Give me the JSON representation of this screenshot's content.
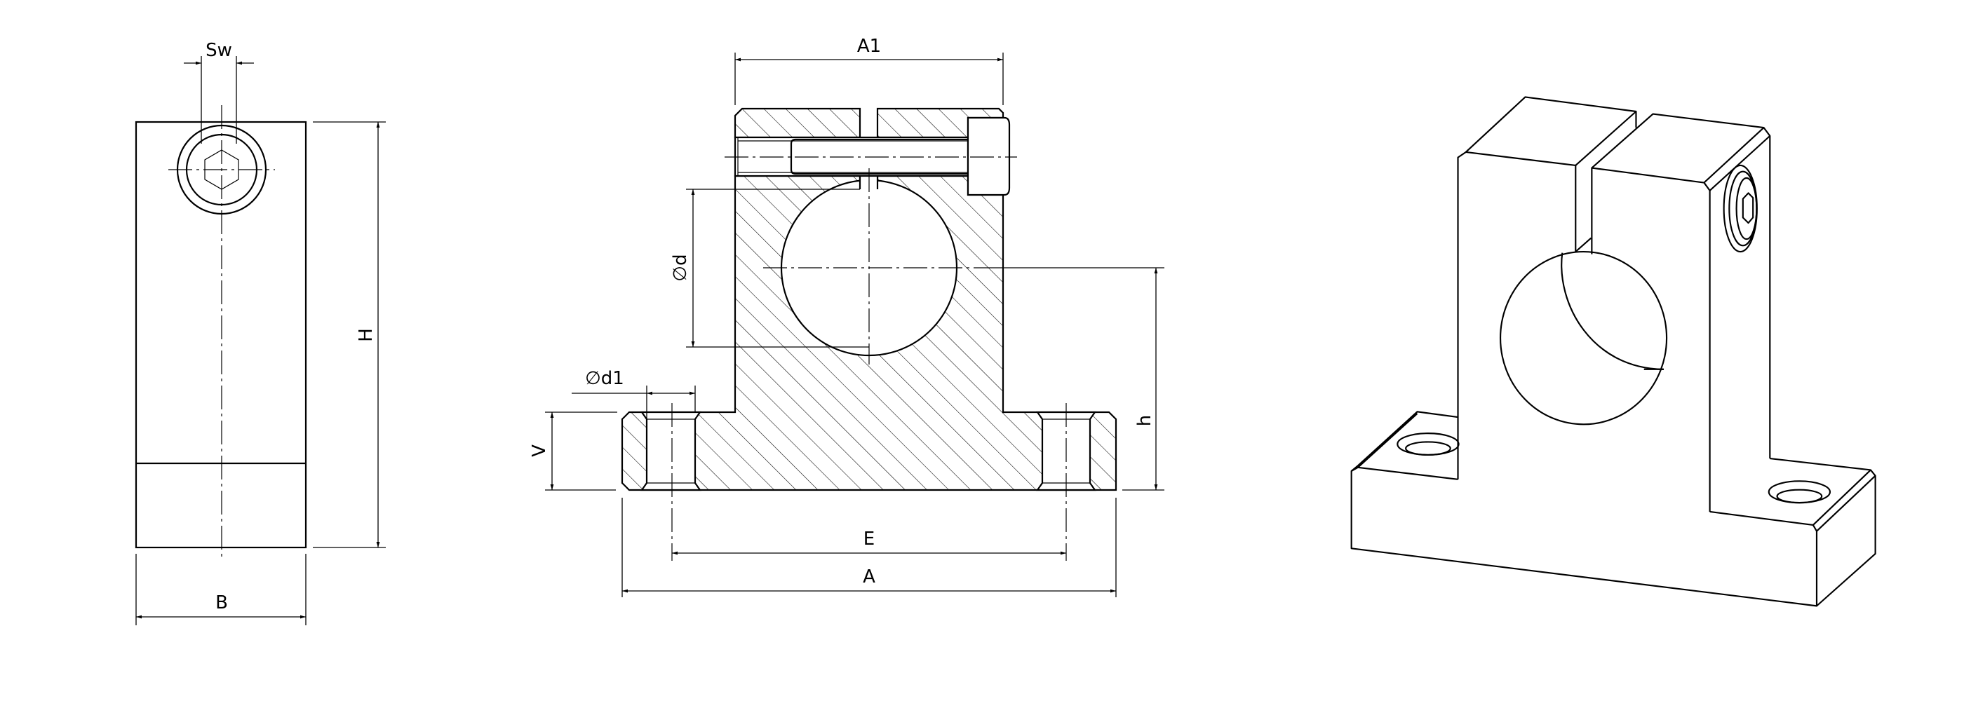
{
  "drawing": {
    "views": [
      "side-view",
      "front-section-view",
      "isometric-view"
    ],
    "side_view": {
      "dim_sw": "Sw",
      "dim_h_total": "H",
      "dim_b": "B"
    },
    "front_view": {
      "dim_a1": "A1",
      "dim_d": "∅d",
      "dim_d1": "∅d1",
      "dim_v": "V",
      "dim_h": "h",
      "dim_e": "E",
      "dim_a": "A"
    },
    "colors": {
      "line": "#000000",
      "background": "#ffffff"
    }
  }
}
